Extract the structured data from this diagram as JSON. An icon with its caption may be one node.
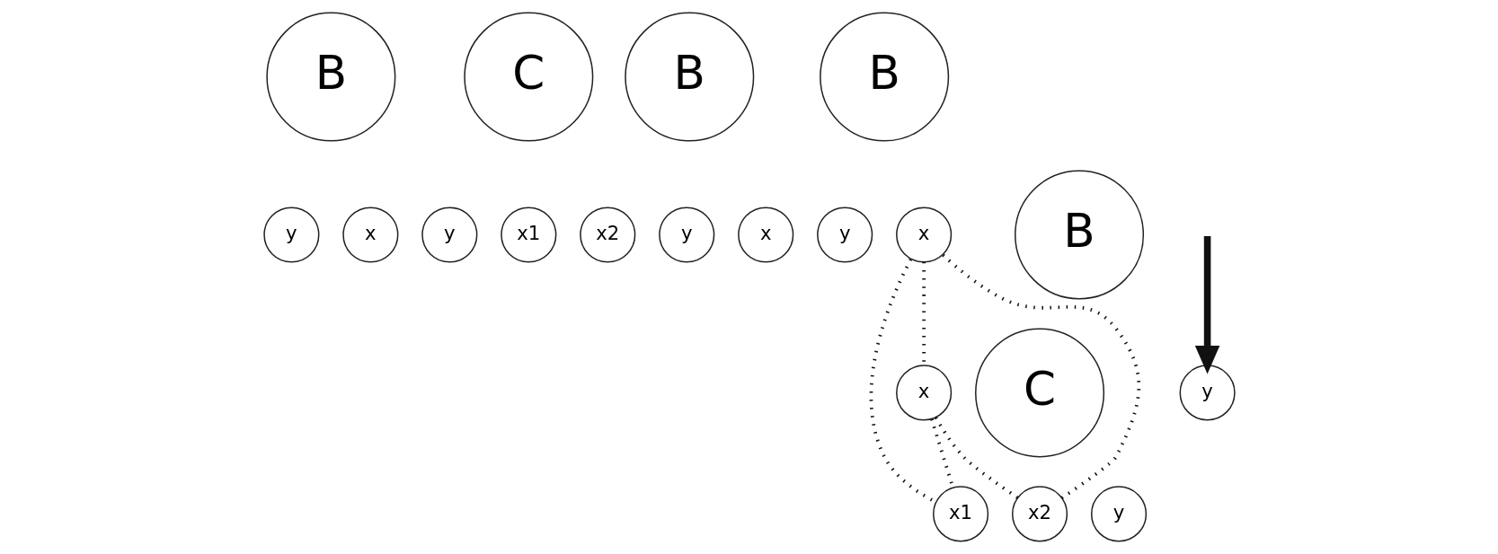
{
  "diagram": {
    "nodes": [
      {
        "text": [
          "B"
        ]
      },
      {
        "text": [
          "y"
        ]
      },
      {
        "text": [
          "x"
        ]
      },
      {
        "text": [
          "C"
        ]
      },
      {
        "text": [
          "y"
        ]
      },
      {
        "text": [
          "x1"
        ]
      },
      {
        "text": [
          "x2"
        ]
      },
      {
        "text": [
          "B"
        ]
      },
      {
        "text": [
          "y"
        ]
      },
      {
        "text": [
          "x"
        ]
      },
      {
        "text": [
          "B"
        ]
      },
      {
        "text": [
          "y"
        ]
      },
      {
        "text": [
          "x"
        ]
      },
      {
        "text": [
          "B"
        ]
      },
      {
        "text": [
          "y"
        ]
      },
      {
        "text": [
          "x"
        ]
      },
      {
        "text": [
          "C"
        ]
      },
      {
        "text": [
          "y"
        ]
      },
      {
        "text": [
          "x1"
        ]
      },
      {
        "text": [
          "x2"
        ]
      }
    ],
    "edges": [
      {
        "from": null,
        "to": 14,
        "arrow": "to",
        "style": "thick"
      },
      {
        "from": 12,
        "to": 15,
        "arrow": "none",
        "style": "dashed"
      },
      {
        "from": 12,
        "to": 18,
        "arrow": "none",
        "style": "dashed"
      },
      {
        "from": 12,
        "to": 19,
        "arrow": "none",
        "style": "dashed"
      },
      {
        "from": 15,
        "to": 18,
        "arrow": "none",
        "style": "dashed"
      },
      {
        "from": 15,
        "to": 19,
        "arrow": "none",
        "style": "dashed"
      }
    ]
  }
}
